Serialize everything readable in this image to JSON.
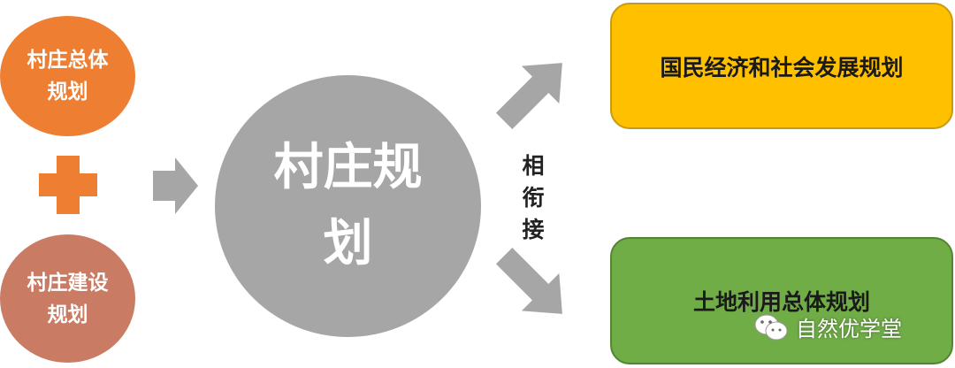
{
  "left": {
    "top_circle": [
      "村庄总体",
      "规划"
    ],
    "bottom_circle": [
      "村庄建设",
      "规划"
    ]
  },
  "center": {
    "main_circle": [
      "村庄规",
      "划"
    ]
  },
  "connector_label": [
    "相",
    "衔",
    "接"
  ],
  "right": {
    "top_box": "国民经济和社会发展规划",
    "bottom_box": "土地利用总体规划"
  },
  "watermark": {
    "icon": "wechat-icon",
    "text": "自然优学堂"
  },
  "colors": {
    "orange": "#ee7f32",
    "brown": "#c97b63",
    "gray": "#a6a6a6",
    "yellow": "#ffc000",
    "green": "#70ad47"
  }
}
